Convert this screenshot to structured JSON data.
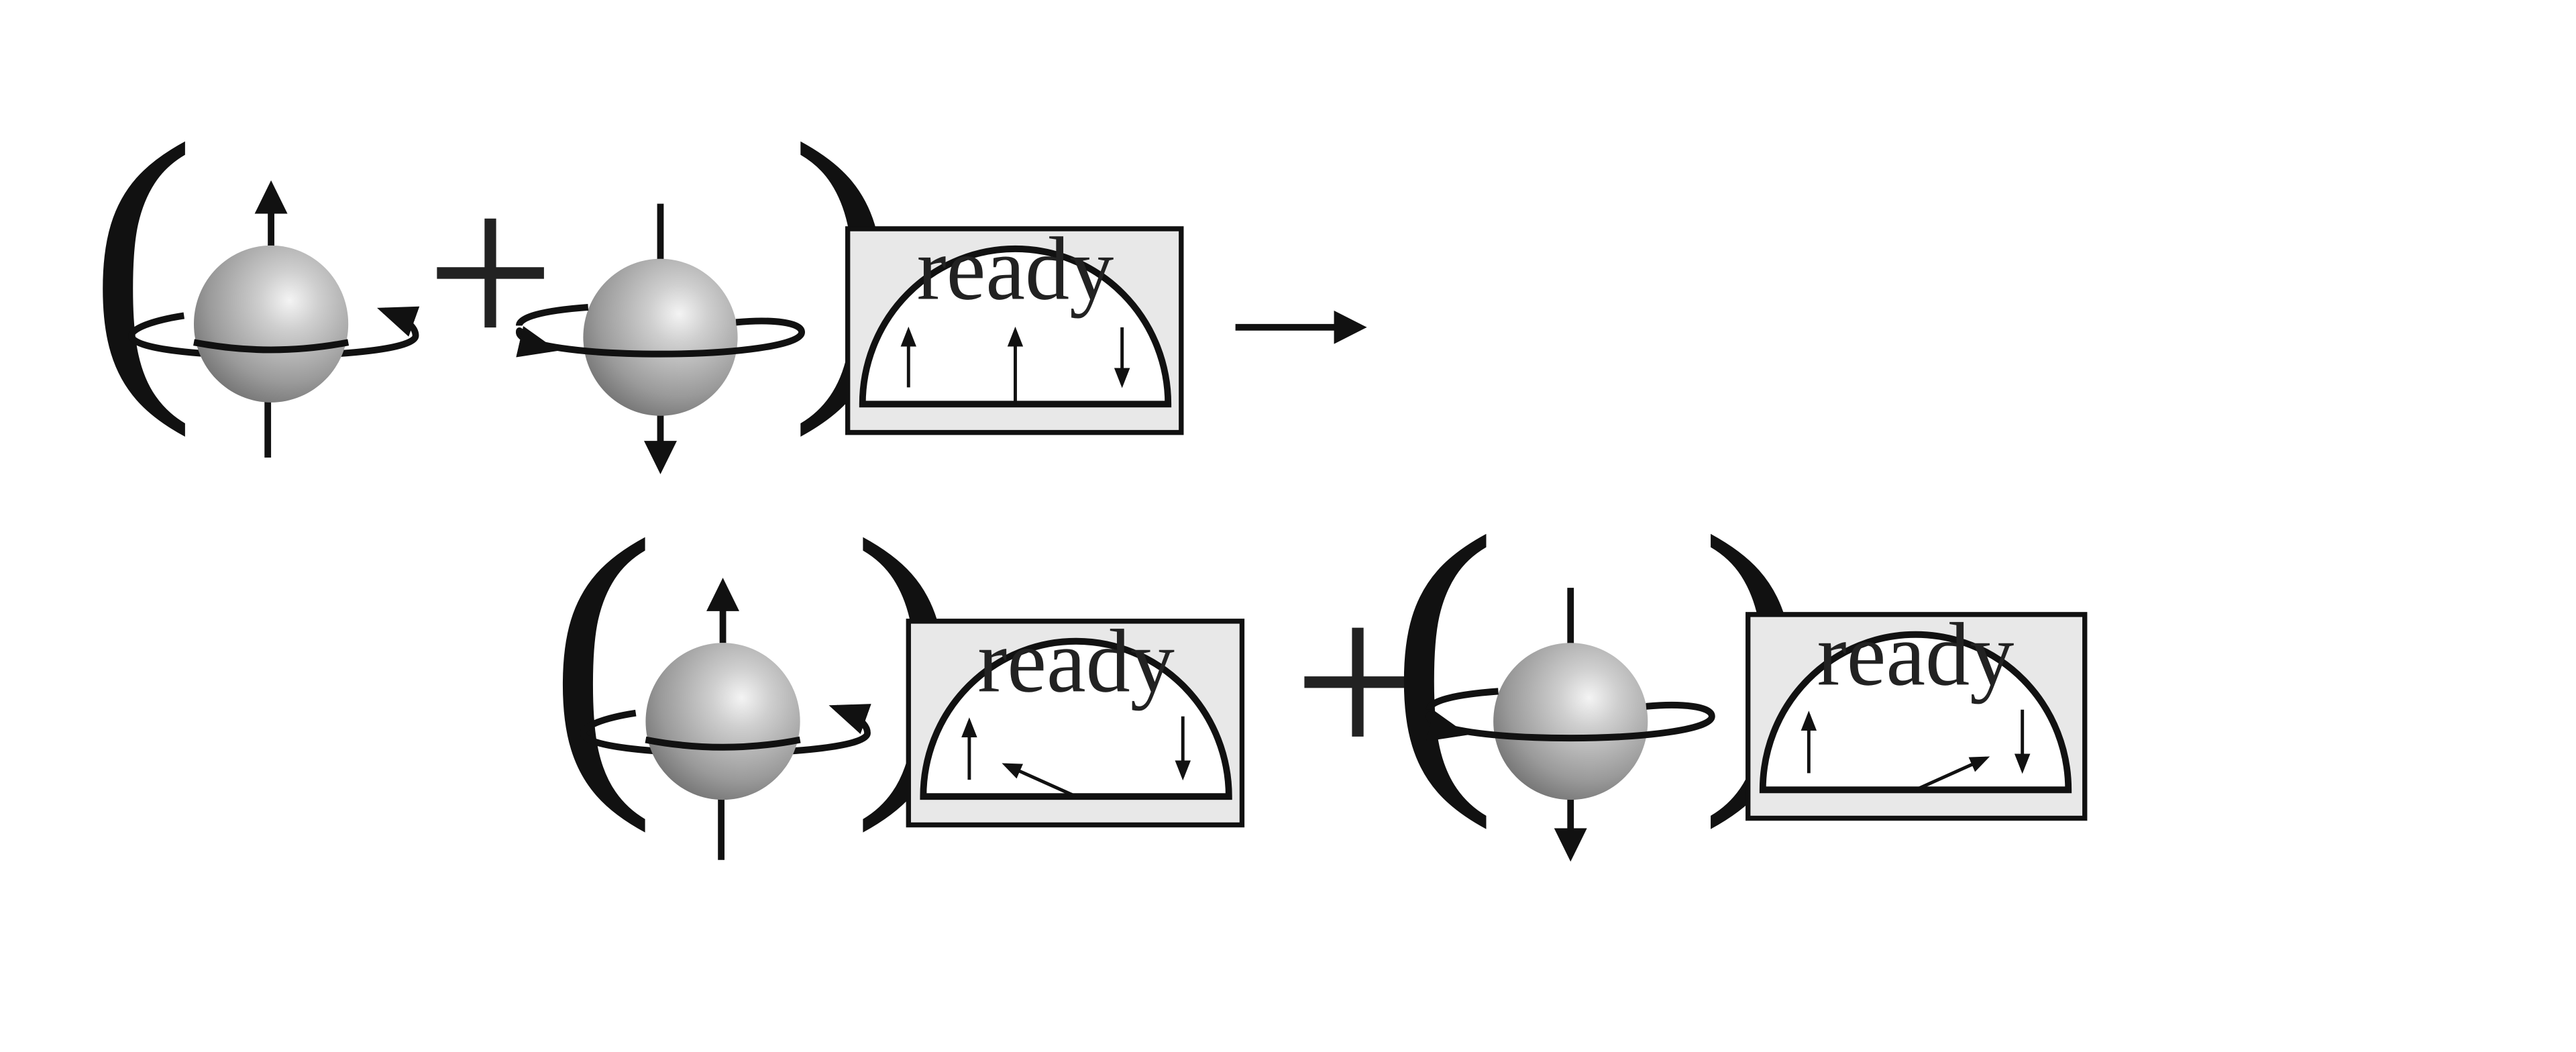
{
  "colors": {
    "ink": "#111111",
    "meter_panel": "#e8e8e8",
    "sphere_highlight": "#f4f4f4",
    "sphere_mid": "#a9a9a9",
    "sphere_shadow": "#6b6b6b"
  },
  "icons": {
    "spin_up": "spin-up-sphere-icon",
    "spin_down": "spin-down-sphere-icon",
    "meter": "measuring-meter-icon",
    "arrow": "right-arrow-icon"
  },
  "symbols": {
    "open": "(",
    "close": ")",
    "plus": "+"
  },
  "equation": {
    "before": {
      "terms": [
        {
          "spin": "up"
        },
        {
          "spin": "down"
        }
      ],
      "meter": {
        "label": "ready",
        "state": "pointer vertical (ready)"
      }
    },
    "after": {
      "terms": [
        {
          "spin": "up",
          "meter": {
            "label": "ready",
            "state": "pointer toward ↑"
          }
        },
        {
          "spin": "down",
          "meter": {
            "label": "ready",
            "state": "pointer toward ↓"
          }
        }
      ]
    }
  }
}
